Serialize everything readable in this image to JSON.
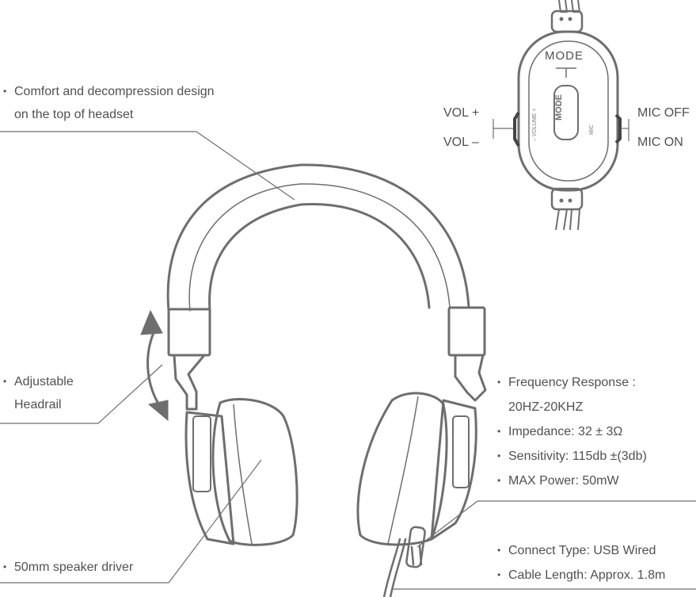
{
  "labels": {
    "comfort_line1": "Comfort and decompression design",
    "comfort_line2": "on the top of headset",
    "adjustable_line1": "Adjustable",
    "adjustable_line2": "Headrail",
    "driver": "50mm speaker driver",
    "freq_line1": "Frequency Response :",
    "freq_line2": "20HZ-20KHZ",
    "impedance": "Impedance: 32 ± 3Ω",
    "sensitivity": "Sensitivity: 115db ±(3db)",
    "max_power": "MAX Power: 50mW",
    "connect": "Connect Type: USB Wired",
    "cable": "Cable Length: Approx. 1.8m"
  },
  "controller": {
    "mode_top": "MODE",
    "mode_button": "MODE",
    "vol_plus": "VOL +",
    "vol_minus": "VOL –",
    "mic_off": "MIC OFF",
    "mic_on": "MIC ON",
    "volume_side": "– VOLUME +",
    "mic_side": "MIC"
  },
  "colors": {
    "line": "#6e6e6e",
    "text": "#505050"
  }
}
